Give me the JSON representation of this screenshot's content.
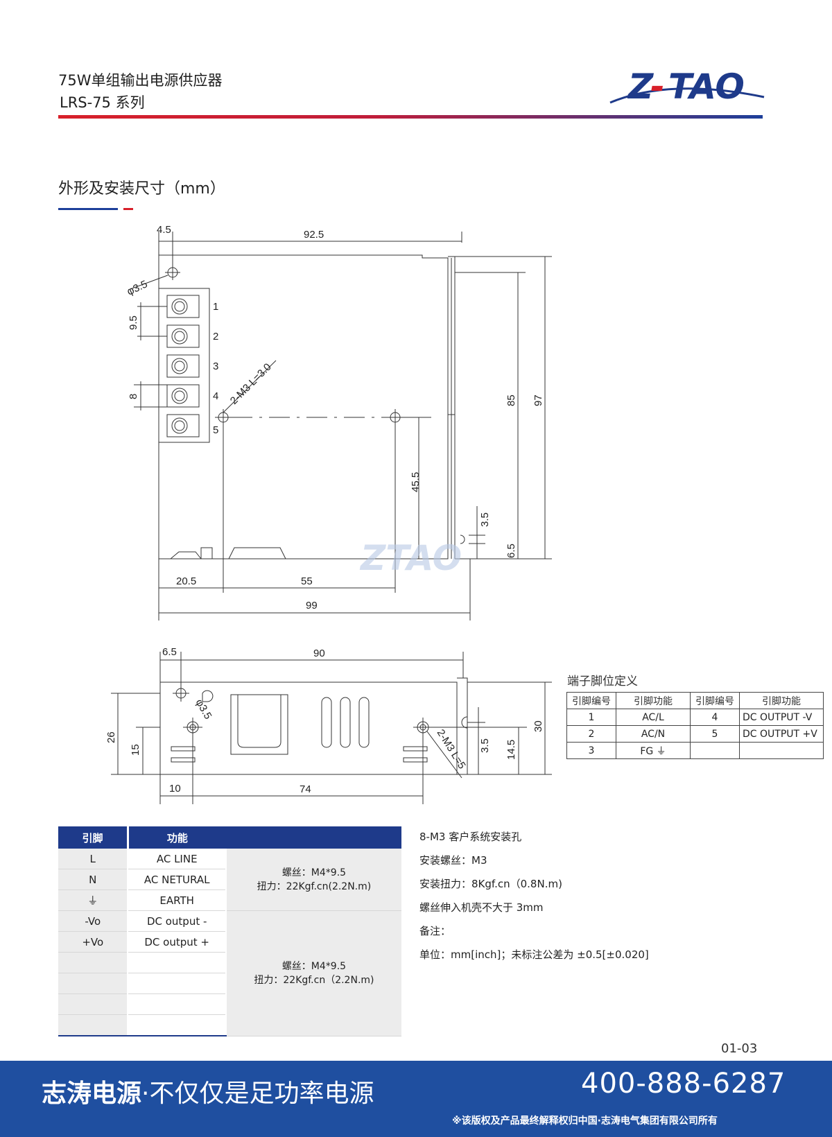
{
  "header": {
    "title": "75W单组输出电源供应器",
    "subtitle": "LRS-75 系列",
    "logo_text": "ZTAO"
  },
  "section": {
    "title": "外形及安装尺寸（mm）"
  },
  "drawing_top": {
    "dims": {
      "d4_5": "4.5",
      "d92_5": "92.5",
      "phi3_5": "φ3.5",
      "d9_5": "9.5",
      "d8": "8",
      "m3": "2-M3 L=3.0",
      "d85": "85",
      "d97": "97",
      "d45_5": "45.5",
      "d3_5": "3.5",
      "d6_5": "6.5",
      "d20_5": "20.5",
      "d55": "55",
      "d99": "99"
    },
    "terminal_numbers": [
      "1",
      "2",
      "3",
      "4",
      "5"
    ],
    "watermark": "ZTAO"
  },
  "drawing_side": {
    "dims": {
      "d6_5": "6.5",
      "d90": "90",
      "phi3_5": "φ3.5",
      "d26": "26",
      "d15": "15",
      "m3": "2-M3 L=5",
      "d3_5": "3.5",
      "d14_5": "14.5",
      "d30": "30",
      "d10": "10",
      "d74": "74"
    }
  },
  "terminal_table": {
    "caption": "端子脚位定义",
    "headers": [
      "引脚编号",
      "引脚功能",
      "引脚编号",
      "引脚功能"
    ],
    "rows": [
      [
        "1",
        "AC/L",
        "4",
        "DC OUTPUT -V"
      ],
      [
        "2",
        "AC/N",
        "5",
        "DC OUTPUT +V"
      ],
      [
        "3",
        "FG ⏚",
        "",
        ""
      ]
    ]
  },
  "pin_table": {
    "headers": [
      "引脚",
      "功能"
    ],
    "rows": [
      [
        "L",
        "AC LINE"
      ],
      [
        "N",
        "AC NETURAL"
      ],
      [
        "⏚",
        "EARTH"
      ],
      [
        "-Vo",
        "DC output -"
      ],
      [
        "+Vo",
        "DC output +"
      ],
      [
        "",
        ""
      ],
      [
        "",
        ""
      ],
      [
        "",
        ""
      ],
      [
        "",
        ""
      ]
    ],
    "spec_ac": [
      "螺丝：M4*9.5",
      "扭力：22Kgf.cn(2.2N.m)"
    ],
    "spec_dc": [
      "螺丝：M4*9.5",
      "扭力：22Kgf.cn（2.2N.m)"
    ]
  },
  "notes": [
    "8-M3 客户系统安装孔",
    "安装螺丝：M3",
    "安装扭力：8Kgf.cn（0.8N.m)",
    "螺丝伸入机壳不大于 3mm",
    "备注：",
    "单位：mm[inch]；未标注公差为 ±0.5[±0.020]"
  ],
  "page_number": "01-03",
  "footer": {
    "slogan_bold": "志涛电源",
    "slogan_rest": "·不仅仅是足功率电源",
    "phone": "400-888-6287",
    "copyright": "※该版权及产品最终解释权归中国·志涛电气集团有限公司所有"
  },
  "colors": {
    "brand_blue": "#1e3a8a",
    "brand_red": "#d8202a",
    "footer_blue": "#1f4fa0"
  }
}
